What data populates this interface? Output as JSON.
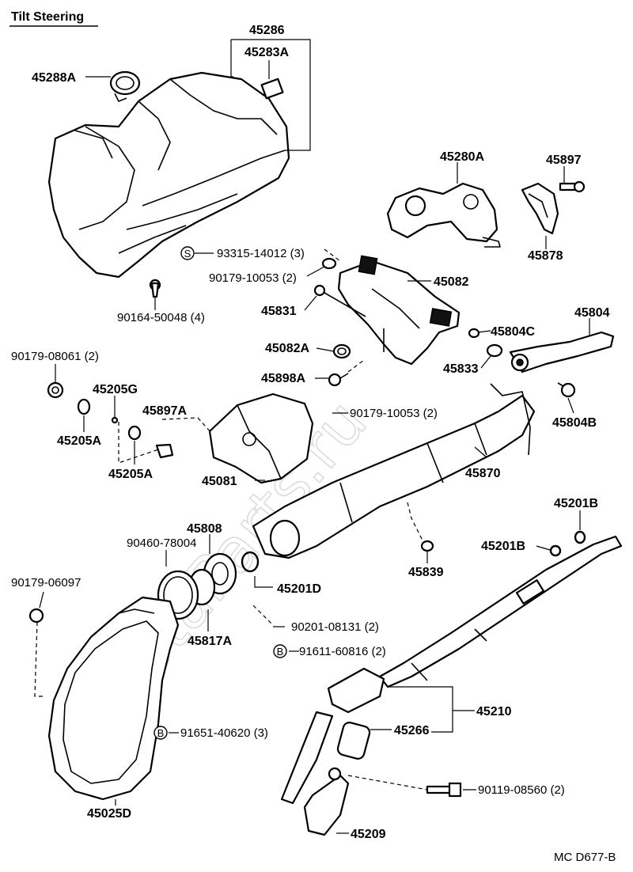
{
  "title": "Tilt Steering",
  "figure_code": "MC D677-B",
  "watermark": "ToyotaParts.ru",
  "labels": {
    "p45286": "45286",
    "p45283A": "45283A",
    "p45288A": "45288A",
    "p45280A": "45280A",
    "p45897": "45897",
    "p45878": "45878",
    "p93315": "93315-14012 (3)",
    "p90179_10053_a": "90179-10053 (2)",
    "p45082": "45082",
    "p45831": "45831",
    "p90164": "90164-50048 (4)",
    "p45804": "45804",
    "p45804C": "45804C",
    "p45082A": "45082A",
    "p45833": "45833",
    "p90179_08061": "90179-08061 (2)",
    "p45898A": "45898A",
    "p45205G": "45205G",
    "p45897A": "45897A",
    "p90179_10053_b": "90179-10053 (2)",
    "p45804B": "45804B",
    "p45205A_1": "45205A",
    "p45205A_2": "45205A",
    "p45870": "45870",
    "p45081": "45081",
    "p45201B_1": "45201B",
    "p45201B_2": "45201B",
    "p45808": "45808",
    "p90460": "90460-78004",
    "p45839": "45839",
    "p90179_06097": "90179-06097",
    "p45201D": "45201D",
    "p45817A": "45817A",
    "p90201": "90201-08131 (2)",
    "p91611": "91611-60816 (2)",
    "p45210": "45210",
    "p45266": "45266",
    "p91651": "91651-40620 (3)",
    "p90119": "90119-08560 (2)",
    "p45025D": "45025D",
    "p45209": "45209"
  },
  "badges": {
    "s": "S",
    "b1": "B",
    "b2": "B"
  }
}
